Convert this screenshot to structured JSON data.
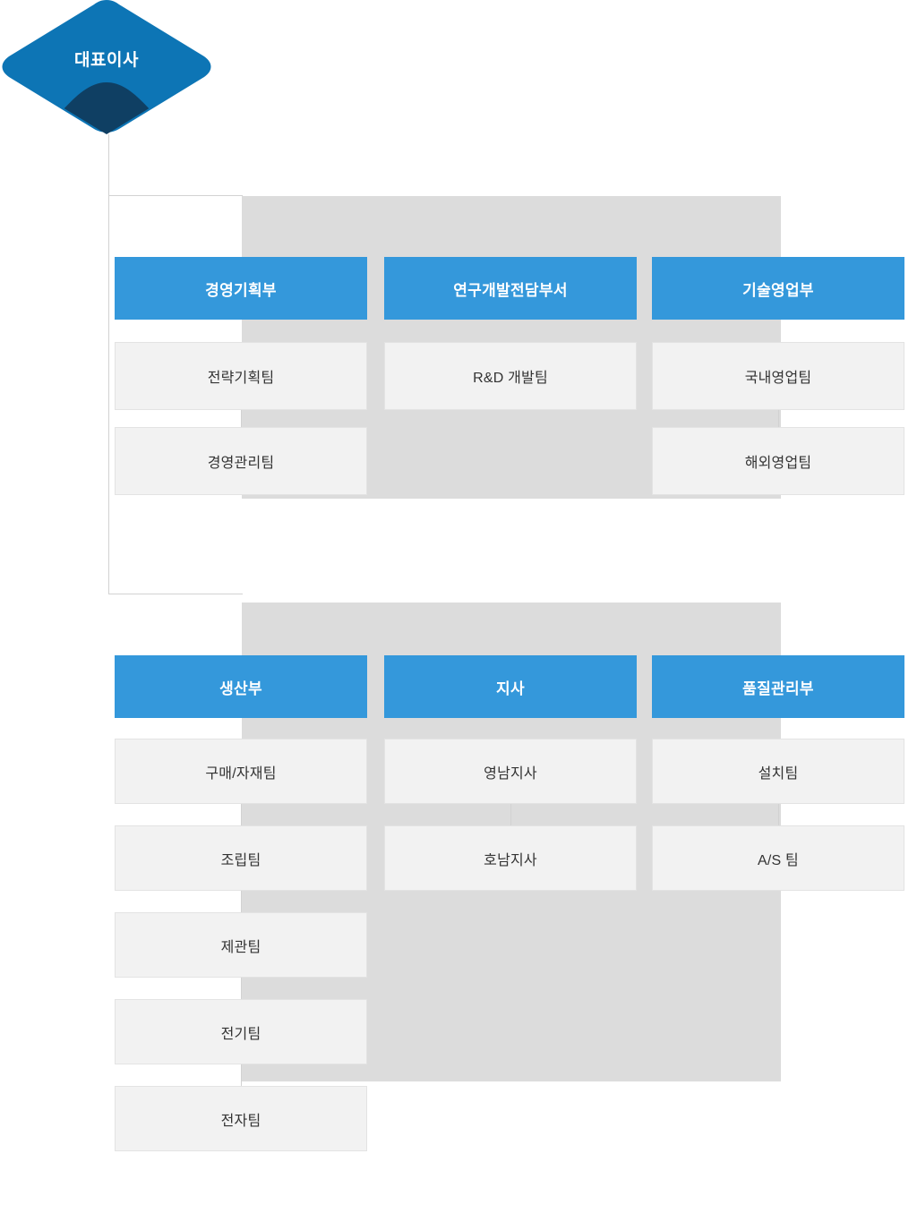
{
  "chart_title": "",
  "colors": {
    "brand_blue": "#3498db",
    "ceo_blue": "#0d75b5",
    "ceo_shadow": "#0f3f63",
    "band_gray": "#dcdcdc",
    "team_gray": "#f2f2f2",
    "line_gray": "#d2d2d2",
    "team_text": "#333333",
    "dept_text": "#ffffff"
  },
  "root": {
    "label": "대표이사",
    "shape": "diamond"
  },
  "sections": [
    {
      "name": "upper",
      "columns": [
        {
          "dept": "경영기획부",
          "teams": [
            "전략기획팀",
            "경영관리팀"
          ]
        },
        {
          "dept": "연구개발전담부서",
          "teams": [
            "R&D 개발팀"
          ]
        },
        {
          "dept": "기술영업부",
          "teams": [
            "국내영업팀",
            "해외영업팀"
          ]
        }
      ]
    },
    {
      "name": "lower",
      "columns": [
        {
          "dept": "생산부",
          "teams": [
            "구매/자재팀",
            "조립팀",
            "제관팀",
            "전기팀",
            "전자팀"
          ]
        },
        {
          "dept": "지사",
          "teams": [
            "영남지사",
            "호남지사"
          ]
        },
        {
          "dept": "품질관리부",
          "teams": [
            "설치팀",
            "A/S 팀"
          ]
        }
      ]
    }
  ]
}
